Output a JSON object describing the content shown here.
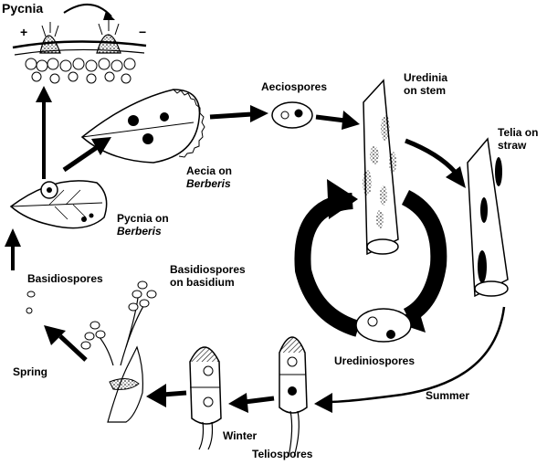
{
  "labels": {
    "pycnia": "Pycnia",
    "plus": "+",
    "minus": "−",
    "aeciospores": "Aeciospores",
    "uredinia_l1": "Uredinia",
    "uredinia_l2": "on stem",
    "telia_l1": "Telia on",
    "telia_l2": "straw",
    "aecia_l1": "Aecia on",
    "aecia_l2": "Berberis",
    "pycnia_on_l1": "Pycnia on",
    "pycnia_on_l2": "Berberis",
    "basidiospores": "Basidiospores",
    "basidiospores_on_l1": "Basidiospores",
    "basidiospores_on_l2": "on basidium",
    "urediniospores": "Urediniospores",
    "summer": "Summer",
    "spring": "Spring",
    "winter": "Winter",
    "teliospores": "Teliospores"
  },
  "colors": {
    "ink": "#000000",
    "paper": "#ffffff"
  }
}
